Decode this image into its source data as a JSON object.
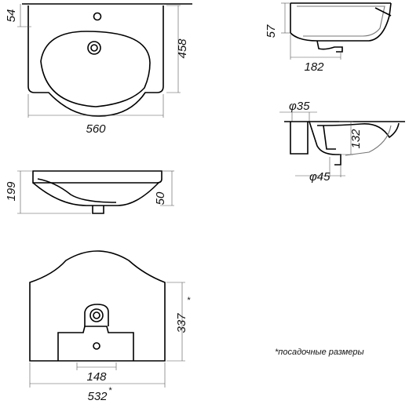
{
  "dimensions": {
    "top_offset": "54",
    "depth": "458",
    "width": "560",
    "side_height": "57",
    "side_depth": "182",
    "hole_top": "φ35",
    "hole_bottom": "φ45",
    "section_height": "132",
    "front_height": "199",
    "front_bowl": "50",
    "mount_height": "337",
    "mount_width": "532",
    "drain_width": "148"
  },
  "note": "*посадочные размеры",
  "colors": {
    "line": "#000000",
    "dimension_line": "#555555"
  }
}
